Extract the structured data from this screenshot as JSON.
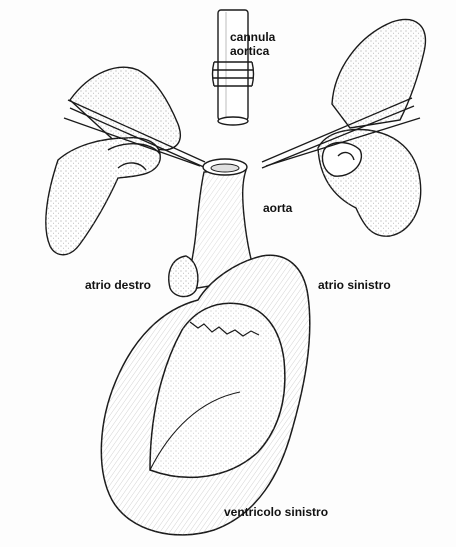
{
  "figure": {
    "labels": {
      "cannula_line1": "cannula",
      "cannula_line2": "aortica",
      "aorta": "aorta",
      "atrio_destro": "atrio destro",
      "atrio_sinistro": "atrio sinistro",
      "ventricolo_sinistro": "ventricolo sinistro"
    },
    "colors": {
      "ink": "#1a1a1a",
      "paper": "#fdfdfd",
      "shade": "#cfcfcf",
      "tissue": "#e6e6e6"
    }
  }
}
